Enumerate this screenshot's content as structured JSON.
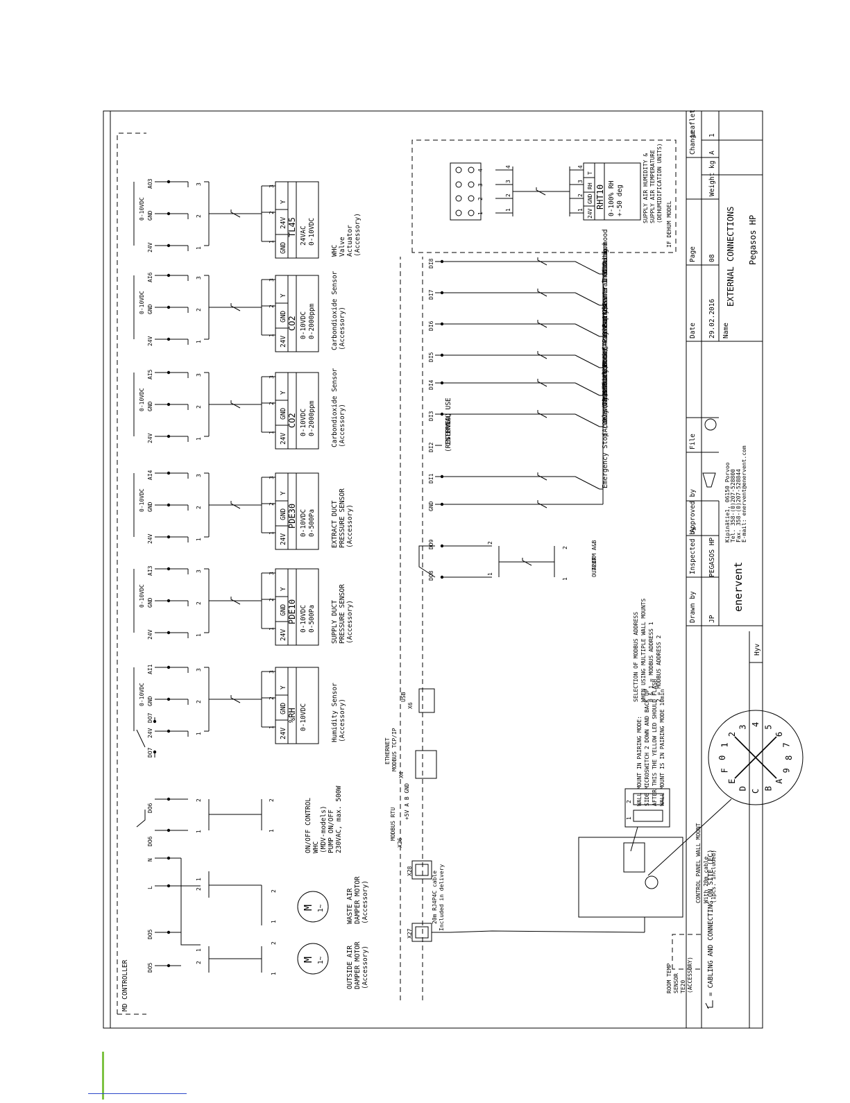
{
  "accent_color": "#7dc242",
  "link_color": "#2a47c9",
  "controller": {
    "title": "MD CONTROLLER"
  },
  "channels": [
    {
      "terminals": [
        "24V",
        "GND",
        "AO3"
      ],
      "signal": "0-10VDC",
      "wires": [
        "1",
        "2",
        "3"
      ],
      "dev_terms": [
        "GND",
        "24V",
        "Y"
      ],
      "dev_nums": [
        "1",
        "2",
        "3"
      ],
      "model": "TL45",
      "spec1": "24VAC",
      "spec2": "0-10VDC",
      "desc": [
        "WHC",
        "Valve",
        "Actuator",
        "(Accessory)"
      ]
    },
    {
      "terminals": [
        "24V",
        "GND",
        "AI6"
      ],
      "signal": "0-10VDC",
      "wires": [
        "1",
        "2",
        "3"
      ],
      "dev_terms": [
        "24V",
        "GND",
        "Y"
      ],
      "dev_nums": [
        "1",
        "2",
        "3"
      ],
      "model": "CO2",
      "spec1": "0-10VDC",
      "spec2": "0-2000ppm",
      "desc": [
        "Carbondioxide Sensor",
        "(Accessory)"
      ]
    },
    {
      "terminals": [
        "24V",
        "GND",
        "AI5"
      ],
      "signal": "0-10VDC",
      "wires": [
        "1",
        "2",
        "3"
      ],
      "dev_terms": [
        "24V",
        "GND",
        "Y"
      ],
      "dev_nums": [
        "1",
        "2",
        "3"
      ],
      "model": "CO2",
      "spec1": "0-10VDC",
      "spec2": "0-2000ppm",
      "desc": [
        "Carbondioxide Sensor",
        "(Accessory)"
      ]
    },
    {
      "terminals": [
        "24V",
        "GND",
        "AI4"
      ],
      "signal": "0-10VDC",
      "wires": [
        "1",
        "2",
        "3"
      ],
      "dev_terms": [
        "24V",
        "GND",
        "Y"
      ],
      "dev_nums": [
        "1",
        "2",
        "3"
      ],
      "model": "PDE30",
      "spec1": "0-10VDC",
      "spec2": "0-500Pa",
      "desc": [
        "EXTRACT DUCT",
        "PRESSURE SENSOR",
        "(Accessory)"
      ]
    },
    {
      "terminals": [
        "24V",
        "GND",
        "AI3"
      ],
      "signal": "0-10VDC",
      "wires": [
        "1",
        "2",
        "3"
      ],
      "dev_terms": [
        "24V",
        "GND",
        "Y"
      ],
      "dev_nums": [
        "1",
        "2",
        "3"
      ],
      "model": "PDE10",
      "spec1": "0-10VDC",
      "spec2": "0-500Pa",
      "desc": [
        "SUPPLY DUCT",
        "PRESSURE SENSOR",
        "(Accessory)"
      ]
    },
    {
      "terminals": [
        "24V",
        "GND",
        "AI1"
      ],
      "signal": "0-10VDC",
      "wires": [
        "1",
        "2",
        "3"
      ],
      "dev_terms": [
        "24V",
        "GND",
        "Y"
      ],
      "dev_nums": [
        "1",
        "2",
        "3"
      ],
      "model": "%RH",
      "spec1": "0-10VDC",
      "spec2": "",
      "desc": [
        "Humidity Sensor",
        "(Accessory)"
      ]
    }
  ],
  "relays": {
    "do7": [
      "DO7",
      "DO7"
    ],
    "do6": [
      "DO6",
      "DO6"
    ],
    "do6_wires": [
      "2",
      "1"
    ],
    "do6_out": [
      "2",
      "1"
    ],
    "do6_desc": [
      "ON/OFF CONTROL",
      "WHC",
      "(MDV-models)",
      "PUMP ON/OFF",
      "230VAC, max. 500W"
    ]
  },
  "dampers": {
    "terms": [
      "DO5",
      "L",
      "N",
      "DO5"
    ],
    "wires": [
      "2",
      "1",
      "2",
      "1"
    ],
    "motor_nums": [
      "1",
      "2",
      "1",
      "2"
    ],
    "motor_symbol": "M",
    "motor_phase": "1~",
    "waste_desc": [
      "WASTE AIR",
      "DAMPER MOTOR",
      "(Accessory)"
    ],
    "outside_desc": [
      "OUTSIDE AIR",
      "DAMPER MOTOR",
      "(Accessory)"
    ]
  },
  "rht": {
    "model": "RHT10",
    "spec1": "0-100% RH",
    "spec2": "+-50 deg",
    "terms": [
      "24V",
      "GND",
      "RH",
      "T"
    ],
    "nums": [
      "1",
      "2",
      "3",
      "4"
    ],
    "wires": [
      "1",
      "2",
      "3",
      "4"
    ],
    "conn_nums": [
      "1",
      "2",
      "3",
      "4"
    ],
    "note": [
      "SUPPLY AIR HUMIDITY &",
      "SUPPLY AIR TEMPERATURE",
      "(DEHUMIDIFICATION UNITS)"
    ],
    "frame_label": "IF DEHUM MODEL"
  },
  "digital_inputs": {
    "terms": [
      "DI8",
      "DI7",
      "DI6",
      "DI5",
      "DI4",
      "DI3",
      "DI2",
      "DI1",
      "GND"
    ],
    "labels": [
      [
        "Cooking hood",
        "Indication"
      ],
      [
        "Central Vaccum",
        "Cleaner Indication"
      ],
      [
        "Overpressure",
        "Pushbutton",
        "(Accessory)"
      ],
      [
        "Home/Away Button"
      ],
      [
        "Manual Boost",
        "Pushbutton",
        "(Accessory)"
      ],
      [
        "Overtime Pushbutton",
        "(Only In Office Mode)",
        "(Accessory)"
      ],
      [
        "Emergency Stop"
      ]
    ],
    "internal": [
      "INTERNAL USE",
      "(RESERVED)"
    ]
  },
  "alarm": {
    "terms": [
      "DO9",
      "DO8"
    ],
    "wires": [
      "2",
      "1"
    ],
    "out_nums": [
      "2",
      "1"
    ],
    "desc": [
      "ALARM A&B",
      "OUTPUT"
    ]
  },
  "comms": {
    "modbus": [
      "MODBUS RTU",
      "X26"
    ],
    "modbus_pins": "+5V A B GND",
    "ethernet": [
      "ETHERNET",
      "MODBUS TCP/IP",
      "X4"
    ],
    "usb": [
      "USB",
      "X6"
    ],
    "rj_ports": [
      "X27",
      "X28"
    ],
    "cable": [
      "20m RJ4P4C cable",
      "Included in delivery"
    ]
  },
  "wall_mount": {
    "pairing": [
      "WALL MOUNT IN PAIRING MODE:",
      "SIDE MICROSWITCH 2 DOWN AND BACK UP",
      "AFTER THIS THE YELLOW LED SHOULD FLASH",
      "WALL MOUNT IS IN PAIRING MODE 10min"
    ],
    "switch_nums": [
      "1",
      "2"
    ],
    "address": [
      "SELECTION OF MODBUS ADDRESS",
      "WHEN USING MULTIPLE WALL MOUNTS",
      "0 & 1 = MODBUS ADDRESS 1",
      "2 = MODBUS ADDRESS 2"
    ],
    "dial": [
      "0",
      "1",
      "2",
      "3",
      "4",
      "5",
      "6",
      "7",
      "8",
      "9",
      "A",
      "B",
      "C",
      "D",
      "E",
      "F"
    ],
    "panel": [
      "CONTROL PANEL WALL MOUNT",
      "With 20m cable",
      "(1pcs. included)"
    ],
    "room_sensor": [
      "ROOM TEMP",
      "SENSOR",
      "TE20",
      "(ACCESSORY)"
    ]
  },
  "legend": "= CABLING AND CONNECTING ON SITE (EC)",
  "title_block": {
    "drawn_by_label": "Drawn by",
    "drawn_by": "JP",
    "inspected_label": "Inspected by",
    "approved_label": "Approved by",
    "file_label": "File",
    "date_label": "Date",
    "date": "29.02.2016",
    "page_label": "Page",
    "page": "08",
    "weight_label": "Weight kg",
    "change_label": "Change",
    "change": "A",
    "leaflet_label": "Leaflet",
    "leaflet": "1",
    "name_label": "Name",
    "title": "EXTERNAL CONNECTIONS",
    "product": "Pegasos HP",
    "product_small": "PEGASOS HP",
    "brand": "enervent",
    "address": [
      "Kipinätie1, 06150 Porvoo",
      "Tel. 358-(0)207-528800",
      "Fax. 358-(0)207-528844",
      "E-mail: enervent@enervent.com"
    ],
    "rev": "Hyv"
  }
}
